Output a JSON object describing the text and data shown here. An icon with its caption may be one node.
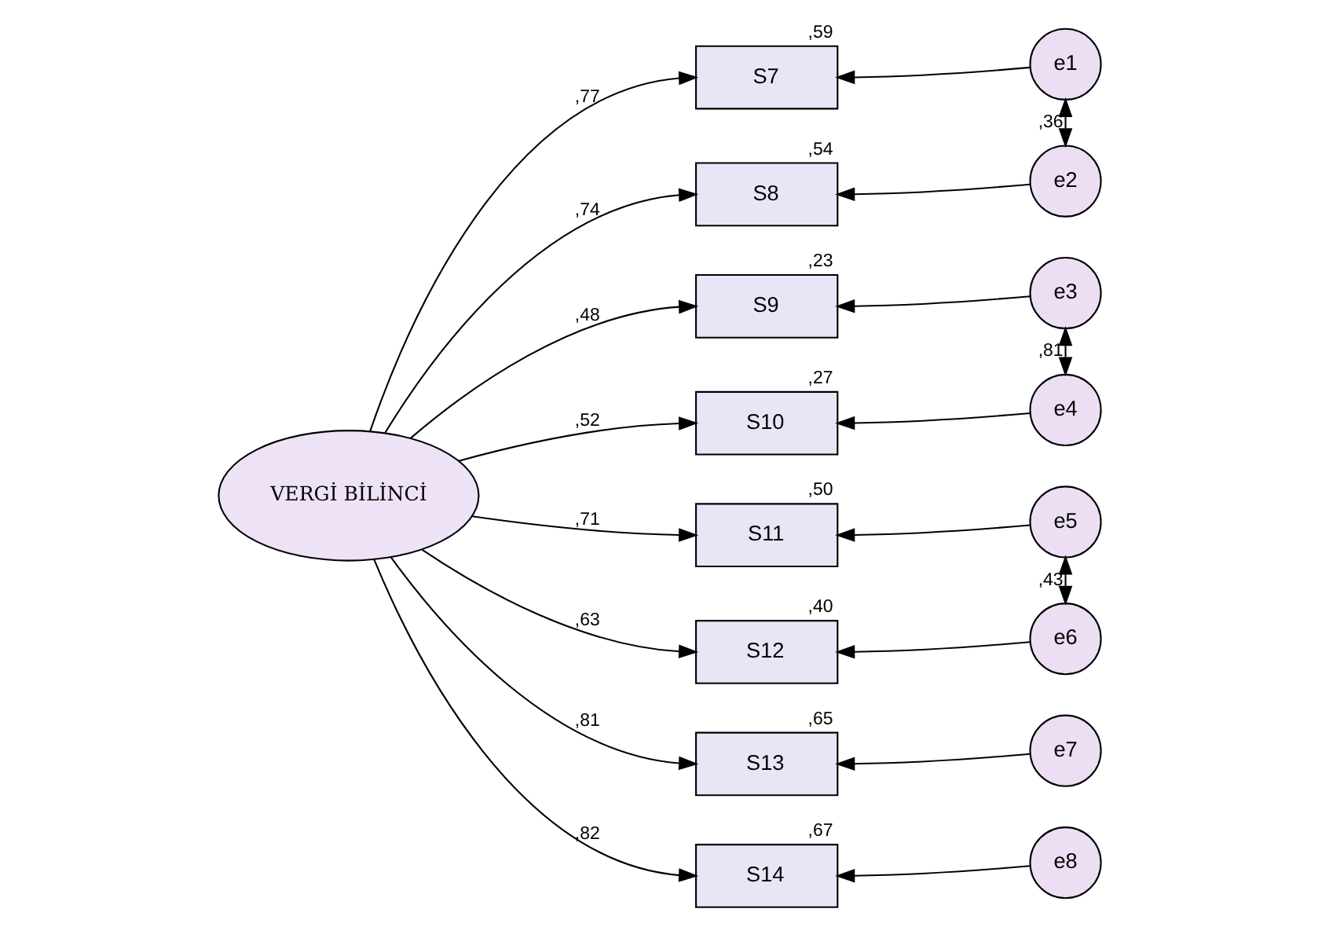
{
  "diagram": {
    "nodes": [
      {
        "text": [
          "VERGİ BİLİNCİ"
        ]
      },
      {
        "text": [
          "S7"
        ],
        "beside": [
          ",59"
        ]
      },
      {
        "text": [
          "S8"
        ],
        "beside": [
          ",54"
        ]
      },
      {
        "text": [
          "S9"
        ],
        "beside": [
          ",23"
        ]
      },
      {
        "text": [
          "S10"
        ],
        "beside": [
          ",27"
        ]
      },
      {
        "text": [
          "S11"
        ],
        "beside": [
          ",50"
        ]
      },
      {
        "text": [
          "S12"
        ],
        "beside": [
          ",40"
        ]
      },
      {
        "text": [
          "S13"
        ],
        "beside": [
          ",65"
        ]
      },
      {
        "text": [
          "S14"
        ],
        "beside": [
          ",67"
        ]
      },
      {
        "text": [
          "e1"
        ]
      },
      {
        "text": [
          "e2"
        ]
      },
      {
        "text": [
          "e3"
        ]
      },
      {
        "text": [
          "e4"
        ]
      },
      {
        "text": [
          "e5"
        ]
      },
      {
        "text": [
          "e6"
        ]
      },
      {
        "text": [
          "e7"
        ]
      },
      {
        "text": [
          "e8"
        ]
      }
    ],
    "edges": [
      {
        "from": 0,
        "to": 1,
        "arrow": "to",
        "label": ",77"
      },
      {
        "from": 0,
        "to": 2,
        "arrow": "to",
        "label": ",74"
      },
      {
        "from": 0,
        "to": 3,
        "arrow": "to",
        "label": ",48"
      },
      {
        "from": 0,
        "to": 4,
        "arrow": "to",
        "label": ",52"
      },
      {
        "from": 0,
        "to": 5,
        "arrow": "to",
        "label": ",71"
      },
      {
        "from": 0,
        "to": 6,
        "arrow": "to",
        "label": ",63"
      },
      {
        "from": 0,
        "to": 7,
        "arrow": "to",
        "label": ",81"
      },
      {
        "from": 0,
        "to": 8,
        "arrow": "to",
        "label": ",82"
      },
      {
        "from": 9,
        "to": 1,
        "arrow": "to"
      },
      {
        "from": 10,
        "to": 2,
        "arrow": "to"
      },
      {
        "from": 11,
        "to": 3,
        "arrow": "to"
      },
      {
        "from": 12,
        "to": 4,
        "arrow": "to"
      },
      {
        "from": 13,
        "to": 5,
        "arrow": "to"
      },
      {
        "from": 14,
        "to": 6,
        "arrow": "to"
      },
      {
        "from": 15,
        "to": 7,
        "arrow": "to"
      },
      {
        "from": 16,
        "to": 8,
        "arrow": "to"
      },
      {
        "from": 9,
        "to": 10,
        "arrow": "both",
        "label": ",36"
      },
      {
        "from": 11,
        "to": 12,
        "arrow": "both",
        "label": ",81"
      },
      {
        "from": 13,
        "to": 14,
        "arrow": "both",
        "label": ",43"
      }
    ]
  }
}
